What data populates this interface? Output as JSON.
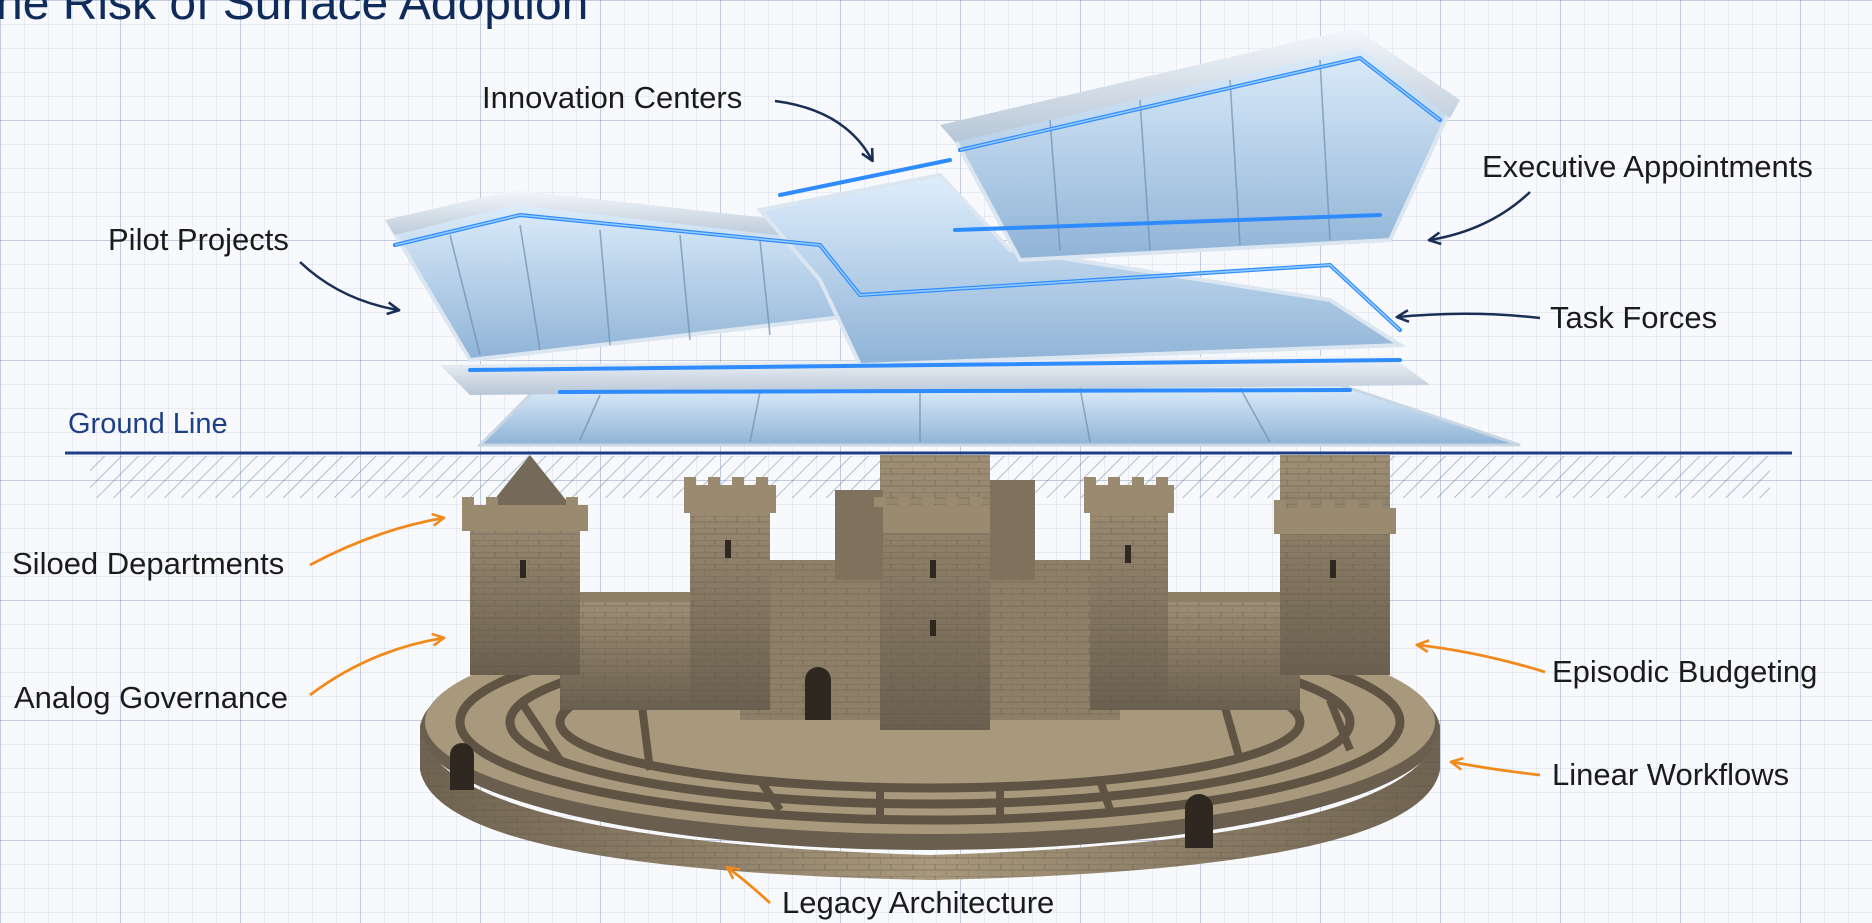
{
  "title": "he Risk of Surface Adoption",
  "ground_line_label": "Ground Line",
  "labels": {
    "innovation_centers": "Innovation Centers",
    "executive_appointments": "Executive Appointments",
    "pilot_projects": "Pilot Projects",
    "task_forces": "Task Forces",
    "siloed_departments": "Siloed Departments",
    "analog_governance": "Analog Governance",
    "episodic_budgeting": "Episodic Budgeting",
    "linear_workflows": "Linear Workflows",
    "legacy_architecture": "Legacy Architecture"
  },
  "colors": {
    "surface_arrow": "#1a2f55",
    "legacy_arrow": "#f08a1c",
    "ground_line": "#1e3f86",
    "glow": "#2f8cff",
    "stone": "#8a7a62"
  }
}
